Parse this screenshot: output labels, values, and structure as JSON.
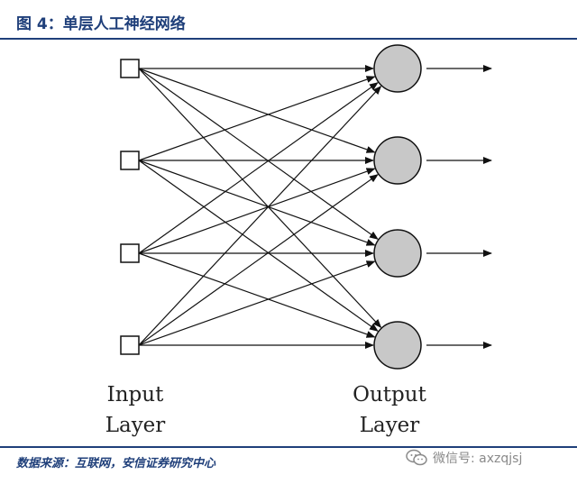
{
  "figure": {
    "title": "图 4：单层人工神经网络",
    "input_layer_label": [
      "Input",
      "Layer"
    ],
    "output_layer_label": [
      "Output",
      "Layer"
    ],
    "input_node_count": 4,
    "output_node_count": 4,
    "colors": {
      "title": "#1f3f7a",
      "node_fill": "#c8c8c8",
      "edge": "#111111"
    }
  },
  "source": "数据来源：互联网，安信证券研究中心",
  "watermark": {
    "icon": "wechat-icon",
    "text": "微信号: axzqjsj"
  }
}
